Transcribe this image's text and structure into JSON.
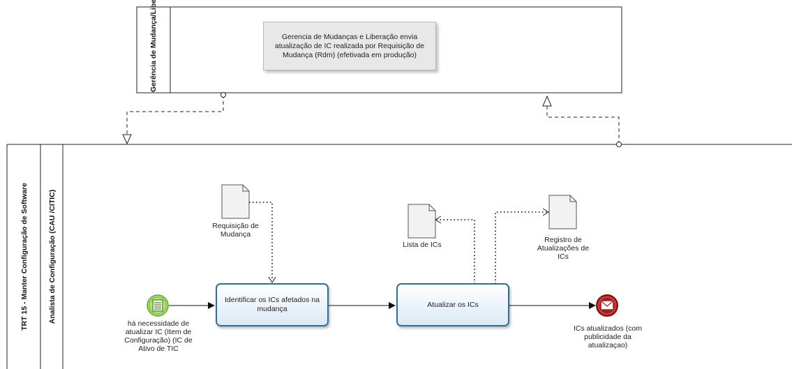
{
  "pool_top": {
    "lane_label": "Gerência de Mudança/Liberação",
    "task_text": "Gerencia de Mudanças e Liberação envia atualização de IC realizada por Requisição de Mudança (Rdm) (efetivada em produção)"
  },
  "pool_main": {
    "pool_label": "TRT 15 - Manter Configuração de Software",
    "lane_label": "Analista de Configuração (CAU /CITIC)"
  },
  "start_event": {
    "label": "há necessidade de atualizar IC (Item de Configuração) (IC de Ativo de TIC"
  },
  "tasks": {
    "identify": "Identificar os ICs afetados na mudança",
    "update": "Atualizar os ICs"
  },
  "documents": {
    "requisicao": "Requisição de Mudança",
    "lista": "Lista de ICs",
    "registro": "Registro de Atualizações de ICs"
  },
  "end_event": {
    "label": "ICs atualizados (com publicidade da atualizaçao)"
  },
  "colors": {
    "task_border": "#2f6e9c",
    "start_event": "#7cbf3a",
    "end_event": "#b01e1e"
  }
}
